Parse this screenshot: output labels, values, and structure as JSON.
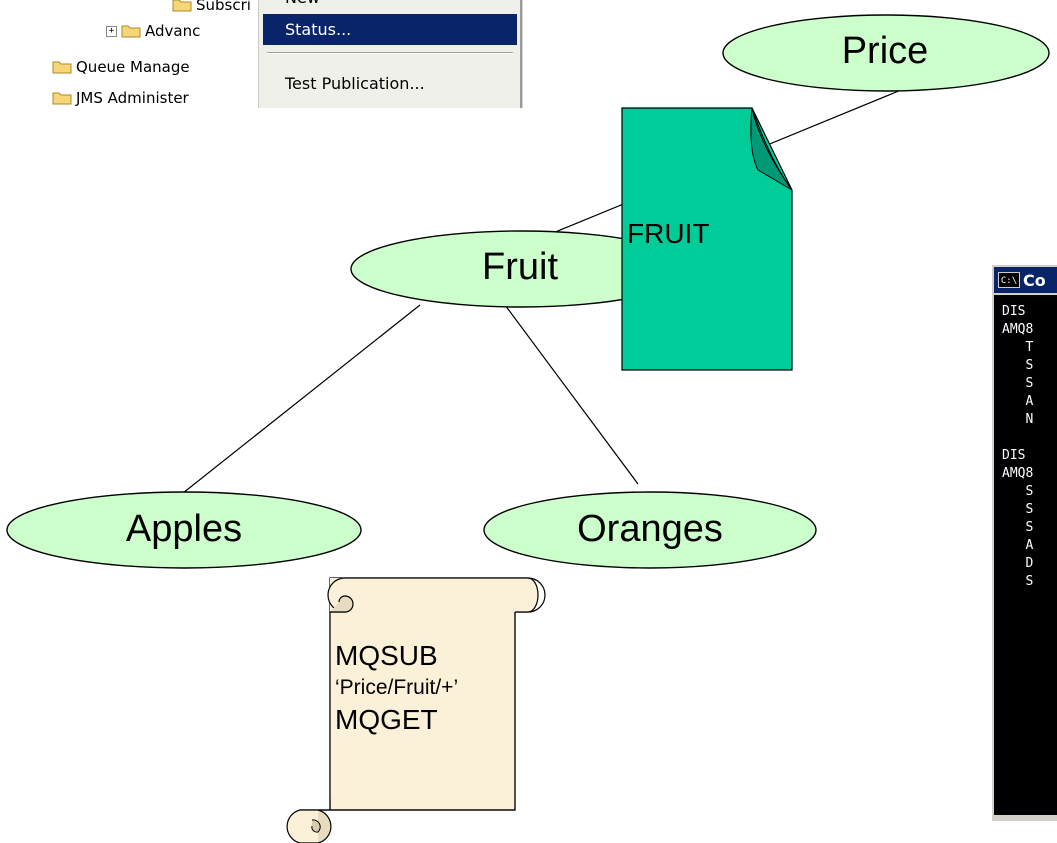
{
  "explorer": {
    "tree": [
      {
        "label": "Subscri",
        "indent": 2
      },
      {
        "label": "Advanc",
        "indent": 1,
        "expander": "+"
      },
      {
        "label": "Queue Manage",
        "indent": 0
      },
      {
        "label": "JMS Administer",
        "indent": 0
      }
    ],
    "menu": {
      "items": [
        {
          "label": "New",
          "selected": false
        },
        {
          "label": "Status...",
          "selected": true
        },
        {
          "label": "Test Publication...",
          "selected": false
        }
      ]
    }
  },
  "diagram": {
    "nodes": {
      "price": "Price",
      "fruit": "Fruit",
      "apples": "Apples",
      "oranges": "Oranges"
    },
    "document_label": "FRUIT",
    "scroll": {
      "line1": "MQSUB",
      "line2": "‘Price/Fruit/+’",
      "line3": "MQGET"
    }
  },
  "console": {
    "title": "Co",
    "icon": "C:\\",
    "lines": [
      "DIS",
      "AMQ8",
      "   T",
      "   S",
      "   S",
      "   A",
      "   N",
      "",
      "DIS",
      "AMQ8",
      "   S",
      "   S",
      "   S",
      "   A",
      "   D",
      "   S"
    ]
  },
  "colors": {
    "node_fill": "#ccffcc",
    "document_fill": "#00cc99",
    "scroll_fill": "#fbf0d8",
    "menu_selected": "#0a246a"
  }
}
